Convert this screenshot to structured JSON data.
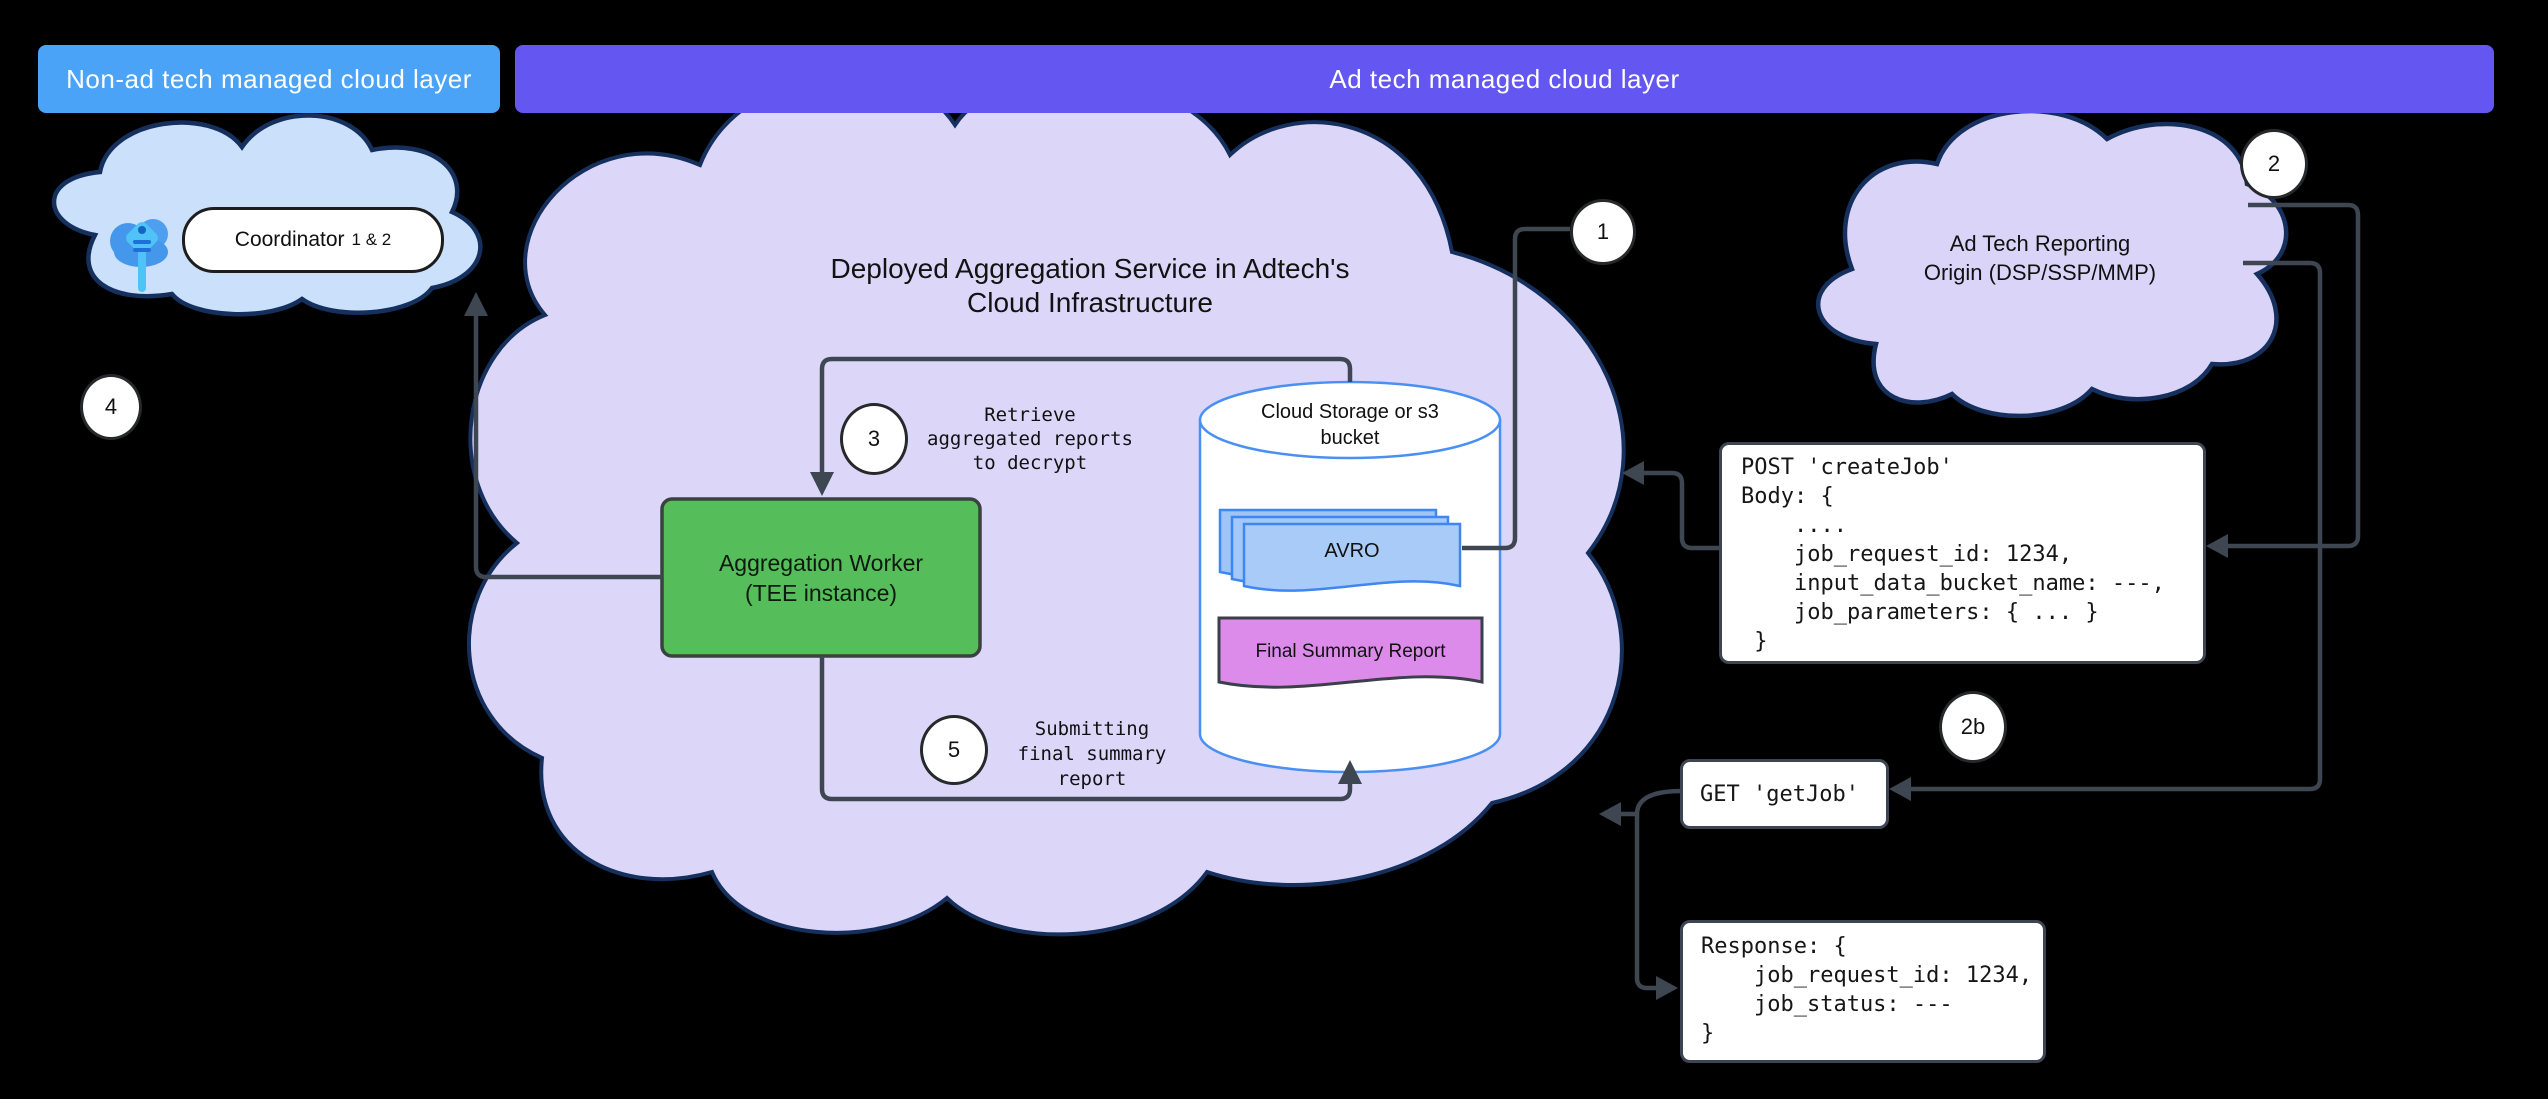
{
  "banners": {
    "non_ad": "Non-ad tech managed cloud layer",
    "ad": "Ad tech managed cloud layer"
  },
  "coordinator": {
    "label_main": "Coordinator",
    "label_sub": "1 & 2"
  },
  "central_cloud": {
    "title": "Deployed Aggregation Service in Adtech's\nCloud Infrastructure"
  },
  "worker": {
    "label": "Aggregation Worker\n(TEE instance)"
  },
  "storage": {
    "label": "Cloud Storage or s3\nbucket",
    "avro_label": "AVRO",
    "report_label": "Final Summary Report"
  },
  "adtech_cloud": {
    "label": "Ad Tech Reporting\nOrigin (DSP/SSP/MMP)"
  },
  "steps": {
    "s1": "1",
    "s2": "2",
    "s2b": "2b",
    "s3": "3",
    "s4": "4",
    "s5": "5"
  },
  "annotations": {
    "retrieve": "Retrieve\naggregated reports\nto decrypt",
    "submit": "Submitting\nfinal summary\nreport"
  },
  "code": {
    "create_job": "POST 'createJob'\nBody: {\n    ....\n    job_request_id: 1234,\n    input_data_bucket_name: ---,\n    job_parameters: { ... }\n }",
    "get_job": "GET 'getJob'",
    "response": "Response: {\n    job_request_id: 1234,\n    job_status: ---\n}"
  },
  "icons": {
    "coordinator_key": "cloud-key-icon"
  },
  "colors": {
    "background": "#000000",
    "banner_blue": "#4aa3f6",
    "banner_purple": "#6456f1",
    "coordinator_cloud_fill": "#cbe0fb",
    "service_cloud_fill": "#dcd6f9",
    "adtech_cloud_fill": "#dad4f8",
    "cloud_stroke": "#16305e",
    "worker_green": "#55bd5a",
    "cylinder_stroke": "#4a90f2",
    "avro_fill": "#a9cbf8",
    "report_fill": "#dc8beb",
    "connector": "#3e4652"
  }
}
